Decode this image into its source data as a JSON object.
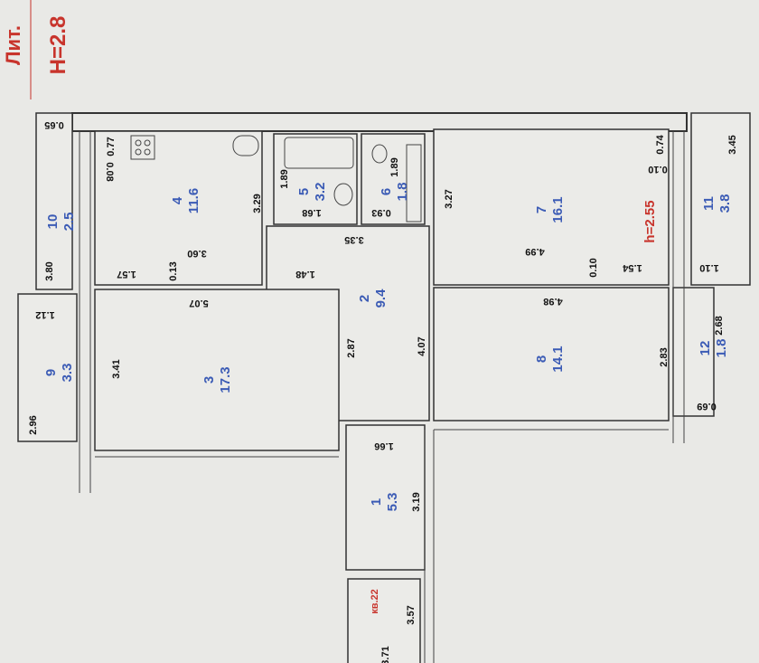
{
  "header": {
    "lit": "Лит. ",
    "height": "H=2.8"
  },
  "rooms": [
    {
      "num": "1",
      "area": "5.3"
    },
    {
      "num": "2",
      "area": "9.4"
    },
    {
      "num": "3",
      "area": "17.3"
    },
    {
      "num": "4",
      "area": "11.6"
    },
    {
      "num": "5",
      "area": "3.2"
    },
    {
      "num": "6",
      "area": "1.8"
    },
    {
      "num": "7",
      "area": "16.1"
    },
    {
      "num": "8",
      "area": "14.1"
    },
    {
      "num": "9",
      "area": "3.3"
    },
    {
      "num": "10",
      "area": "2.5"
    },
    {
      "num": "11",
      "area": "3.8"
    },
    {
      "num": "12",
      "area": "1.8"
    }
  ],
  "ceiling_height": "h=2.55",
  "neighbor_label": "кв.22",
  "dims": [
    "0.65",
    "3.80",
    "0.77",
    "0.08",
    "3.60",
    "1.57",
    "0.13",
    "3.29",
    "1.89",
    "1.68",
    "3.35",
    "0.93",
    "1.89",
    "1.48",
    "3.27",
    "4.99",
    "0.74",
    "0.10",
    "1.54",
    "0.10",
    "3.45",
    "1.10",
    "5.07",
    "3.41",
    "1.12",
    "2.96",
    "2.87",
    "4.07",
    "4.98",
    "2.83",
    "2.68",
    "0.69",
    "1.66",
    "3.19",
    "3.57",
    "3.71"
  ]
}
